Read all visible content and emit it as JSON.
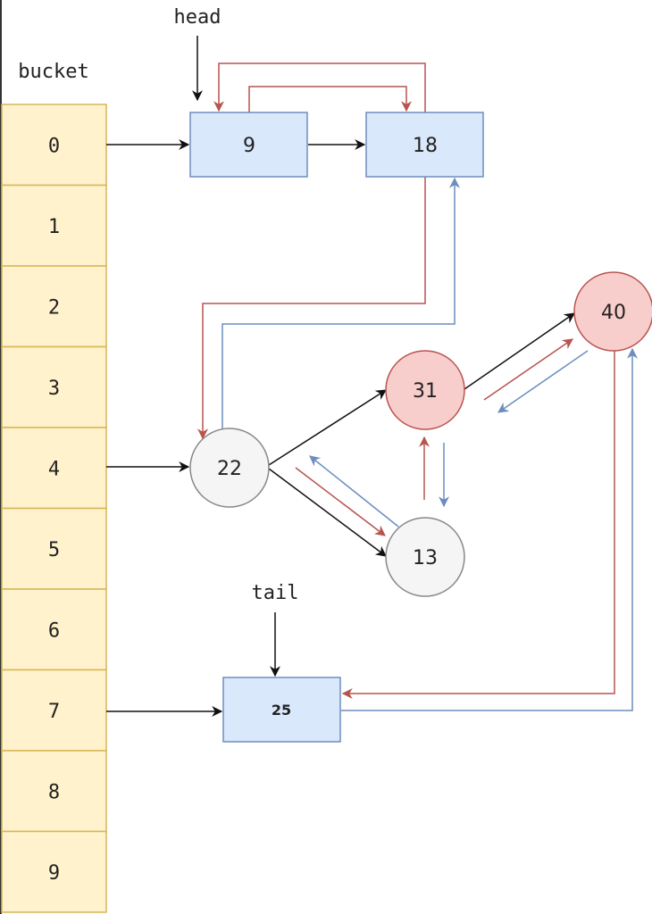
{
  "labels": {
    "bucket": "bucket",
    "head": "head",
    "tail": "tail"
  },
  "buckets": [
    "0",
    "1",
    "2",
    "3",
    "4",
    "5",
    "6",
    "7",
    "8",
    "9"
  ],
  "nodes": {
    "n9": {
      "label": "9",
      "shape": "rect",
      "style": "blue"
    },
    "n18": {
      "label": "18",
      "shape": "rect",
      "style": "blue"
    },
    "n22": {
      "label": "22",
      "shape": "circle",
      "style": "gray"
    },
    "n31": {
      "label": "31",
      "shape": "circle",
      "style": "red"
    },
    "n13": {
      "label": "13",
      "shape": "circle",
      "style": "gray"
    },
    "n40": {
      "label": "40",
      "shape": "circle",
      "style": "red"
    },
    "n25": {
      "label": "25",
      "shape": "rect",
      "style": "blue"
    }
  },
  "edges": [
    {
      "from": "bucket-0",
      "to": "n9",
      "color": "black"
    },
    {
      "from": "n9",
      "to": "n18",
      "color": "black"
    },
    {
      "from": "bucket-4",
      "to": "n22",
      "color": "black"
    },
    {
      "from": "n22",
      "to": "n31",
      "color": "black"
    },
    {
      "from": "n22",
      "to": "n13",
      "color": "black"
    },
    {
      "from": "n31",
      "to": "n40",
      "color": "black"
    },
    {
      "from": "bucket-7",
      "to": "n25",
      "color": "black"
    },
    {
      "from": "head",
      "to": "n9",
      "color": "black"
    },
    {
      "from": "tail",
      "to": "n25",
      "color": "black"
    },
    {
      "from": "n9",
      "to": "n18",
      "color": "red",
      "kind": "after"
    },
    {
      "from": "n18",
      "to": "n9",
      "color": "red",
      "kind": "before"
    },
    {
      "from": "n18",
      "to": "n22",
      "color": "red",
      "kind": "after"
    },
    {
      "from": "n22",
      "to": "n18",
      "color": "blue",
      "kind": "before"
    },
    {
      "from": "n22",
      "to": "n13",
      "color": "red",
      "kind": "after"
    },
    {
      "from": "n13",
      "to": "n22",
      "color": "blue",
      "kind": "before"
    },
    {
      "from": "n13",
      "to": "n31",
      "color": "red",
      "kind": "after"
    },
    {
      "from": "n31",
      "to": "n13",
      "color": "blue",
      "kind": "before"
    },
    {
      "from": "n31",
      "to": "n40",
      "color": "red",
      "kind": "after"
    },
    {
      "from": "n40",
      "to": "n31",
      "color": "blue",
      "kind": "before"
    },
    {
      "from": "n40",
      "to": "n25",
      "color": "red",
      "kind": "after"
    },
    {
      "from": "n25",
      "to": "n40",
      "color": "blue",
      "kind": "before"
    }
  ],
  "colors": {
    "bucket_fill": "#fff2cc",
    "bucket_stroke": "#d6b656",
    "blue_fill": "#dae8fc",
    "blue_stroke": "#6c8ebf",
    "red_fill": "#f8cecc",
    "red_stroke": "#b85450",
    "gray_fill": "#f5f5f5",
    "gray_stroke": "#666666",
    "black_edge": "#111111",
    "red_edge": "#b85450",
    "blue_edge": "#6c8ebf"
  }
}
